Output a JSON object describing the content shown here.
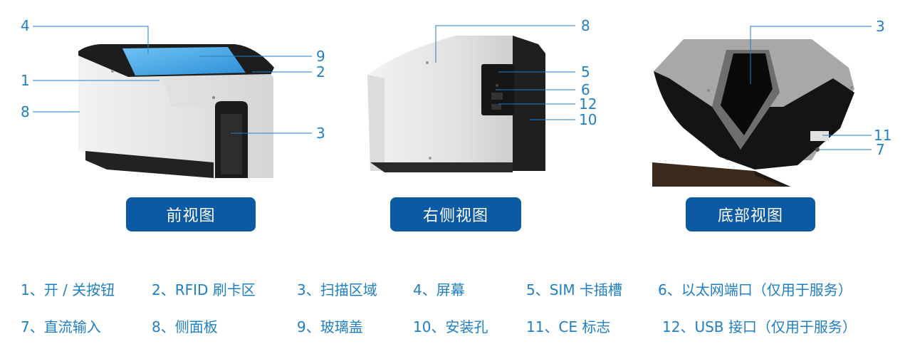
{
  "views": [
    {
      "label": "前视图"
    },
    {
      "label": "右侧视图"
    },
    {
      "label": "底部视图"
    }
  ],
  "front_callouts": [
    "4",
    "9",
    "1",
    "2",
    "8",
    "3"
  ],
  "side_callouts": [
    "8",
    "5",
    "6",
    "12",
    "10"
  ],
  "bottom_callouts": [
    "3",
    "11",
    "7"
  ],
  "legend": [
    "1、开 / 关按钮",
    "2、RFID 刷卡区",
    "3、扫描区域",
    "4、屏幕",
    "5、SIM 卡插槽",
    "6、以太网端口（仅用于服务）",
    "7、直流输入",
    "8、侧面板",
    "9、玻璃盖",
    "10、安装孔",
    "11、CE 标志",
    "12、USB 接口（仅用于服务）"
  ],
  "colors": {
    "accent": "#1f7fc4",
    "button": "#0c5aa3"
  }
}
